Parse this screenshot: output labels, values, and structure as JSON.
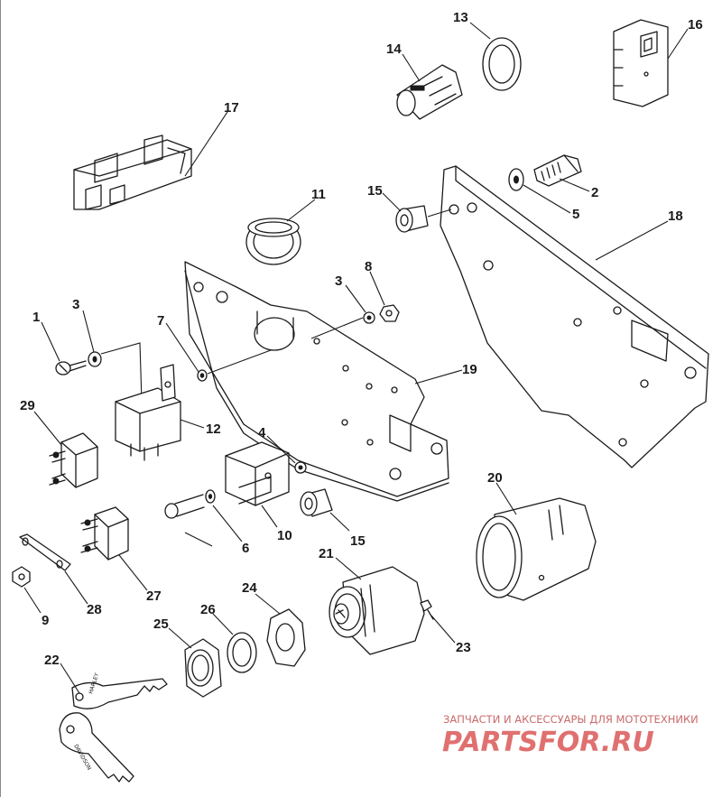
{
  "diagram": {
    "callouts": [
      "1",
      "2",
      "3",
      "3",
      "4",
      "5",
      "6",
      "7",
      "8",
      "9",
      "10",
      "11",
      "12",
      "13",
      "14",
      "15",
      "15",
      "16",
      "17",
      "18",
      "19",
      "20",
      "21",
      "22",
      "23",
      "24",
      "25",
      "26",
      "27",
      "28",
      "29"
    ]
  },
  "watermark": {
    "caption": "ЗАПЧАСТИ И АКСЕССУАРЫ ДЛЯ МОТОТЕХНИКИ",
    "logo": "PARTSFOR.RU"
  }
}
